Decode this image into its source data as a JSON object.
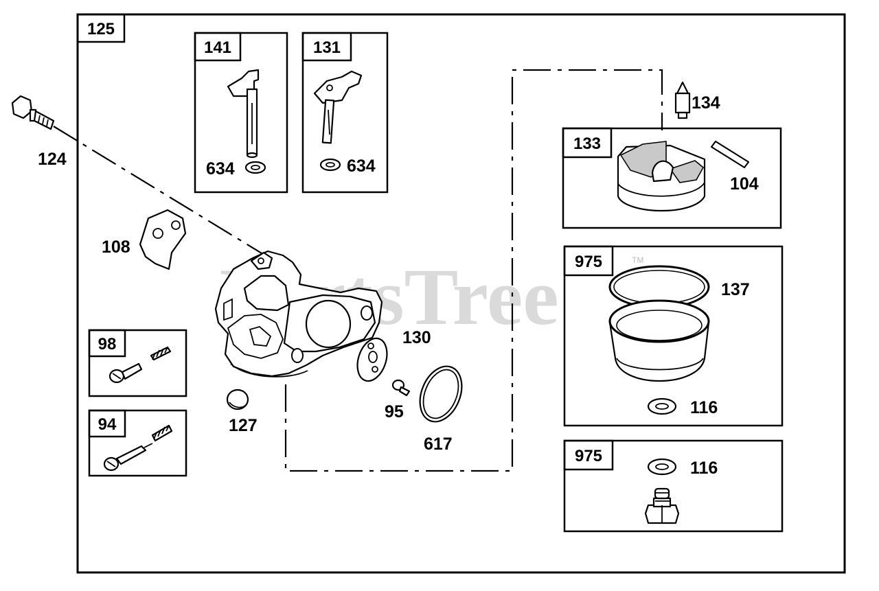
{
  "diagram": {
    "watermark": "PartsTree",
    "watermark_tm": "TM",
    "kits": {
      "main": "125",
      "throttle_shaft": "141",
      "choke_shaft": "131",
      "float": "133",
      "bowl": "975",
      "bowl_nut": "975",
      "idle_screw": "98",
      "mixture_screw": "94"
    },
    "parts": {
      "bolt": "124",
      "plate": "108",
      "seal_left": "634",
      "seal_right": "634",
      "needle": "134",
      "pin": "104",
      "o_ring": "137",
      "washer_a": "116",
      "washer_b": "116",
      "gasket": "130",
      "plug": "127",
      "screw": "95",
      "ring": "617"
    }
  }
}
